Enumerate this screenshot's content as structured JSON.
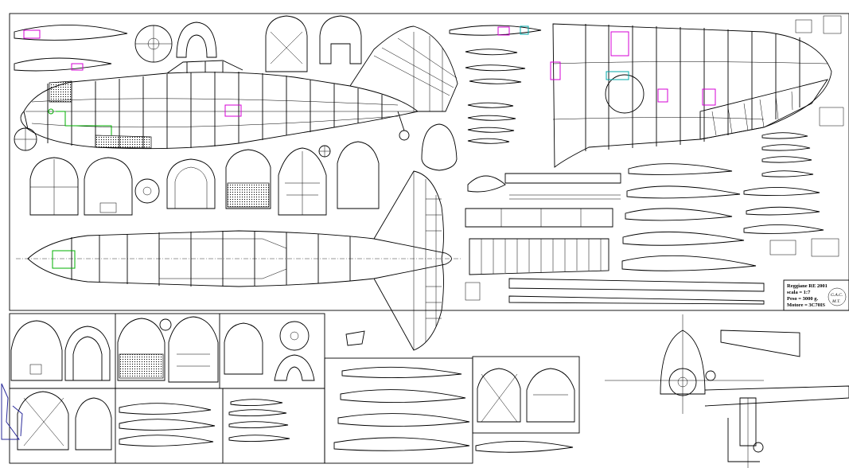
{
  "title_block": {
    "model": "Reggiane RE 2001",
    "scale": "scala = 1:7",
    "weight": "Peso = 3000 g.",
    "engine": "Motore = 3C70IS",
    "logo_line1": "G.A.C.",
    "logo_line2": "M.T."
  },
  "colors": {
    "linework": "#000000",
    "servo_markers": "#d400d4",
    "cockpit_detail": "#00b000",
    "gear_detail": "#00a8a8",
    "wing_panel": "#2a2a9a",
    "background": "#ffffff"
  }
}
